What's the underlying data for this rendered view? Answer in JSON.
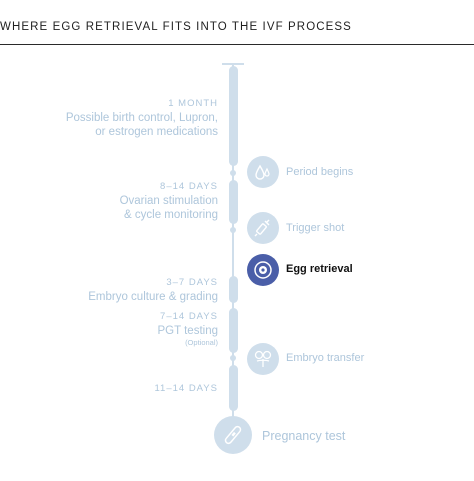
{
  "header": {
    "title": "WHERE EGG RETRIEVAL FITS INTO THE IVF PROCESS"
  },
  "phases": [
    {
      "duration": "1 MONTH",
      "lines": [
        "Possible birth control, Lupron,",
        "or estrogen medications"
      ]
    },
    {
      "duration": "8–14 DAYS",
      "lines": [
        "Ovarian stimulation",
        "& cycle monitoring"
      ]
    },
    {
      "duration": "3–7 DAYS",
      "lines": [
        "Embryo culture & grading"
      ]
    },
    {
      "duration": "7–14 DAYS",
      "lines": [
        "PGT testing"
      ],
      "note": "(Optional)"
    },
    {
      "duration": "11–14 DAYS",
      "lines": []
    }
  ],
  "events": [
    {
      "label": "Period begins",
      "icon": "drops-icon",
      "active": false
    },
    {
      "label": "Trigger shot",
      "icon": "syringe-icon",
      "active": false
    },
    {
      "label": "Egg retrieval",
      "icon": "egg-icon",
      "active": true
    },
    {
      "label": "Embryo transfer",
      "icon": "embryo-transfer-icon",
      "active": false
    },
    {
      "label": "Pregnancy test",
      "icon": "pregnancy-test-icon",
      "active": false
    }
  ],
  "colors": {
    "light": "#cfdeeb",
    "label": "#aec6db",
    "active": "#4a5ea8",
    "text": "#111111"
  }
}
